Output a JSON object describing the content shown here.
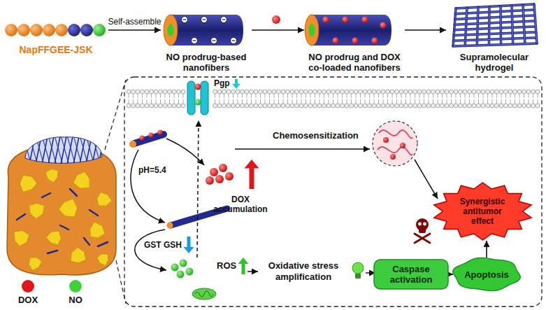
{
  "diagram": {
    "nodes": [
      {
        "text": [
          "NapFFGEE-JSK"
        ]
      },
      {
        "text": [
          "NO prodrug-based nanofibers"
        ]
      },
      {
        "text": [
          "NO prodrug and DOX co-loaded nanofibers"
        ]
      },
      {
        "text": [
          "Supramolecular hydrogel"
        ]
      },
      {
        "text": [
          "Caspase activation"
        ]
      },
      {
        "text": [
          "Apoptosis"
        ]
      },
      {
        "text": [
          "Synergistic antitumor effect"
        ]
      }
    ],
    "edges": [
      {
        "from": 0,
        "to": 1,
        "label": "Self-assemble",
        "arrow": "to"
      },
      {
        "from": 1,
        "to": 2,
        "arrow": "to"
      },
      {
        "from": 2,
        "to": 3,
        "arrow": "to"
      },
      {
        "from": 4,
        "to": 5,
        "arrow": "to"
      },
      {
        "from": 5,
        "to": 6,
        "arrow": "to"
      }
    ],
    "labels": [
      "Pgp",
      "pH=5.4",
      "Chemosensitization",
      "DOX accumulation",
      "GST",
      "GSH",
      "ROS",
      "Oxidative stress amplification"
    ],
    "legend": [
      {
        "text": "DOX",
        "color": "#e0161b"
      },
      {
        "text": "NO",
        "color": "#3fd13a"
      }
    ]
  }
}
